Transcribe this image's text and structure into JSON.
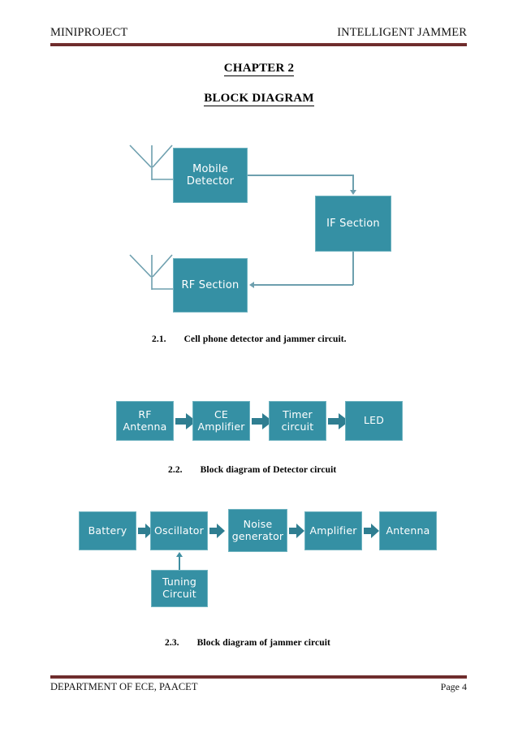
{
  "header": {
    "left": "MINIPROJECT",
    "right": "INTELLIGENT JAMMER"
  },
  "titles": {
    "chapter": "CHAPTER 2",
    "section": "BLOCK DIAGRAM"
  },
  "theme": {
    "block_fill": "#3590a4",
    "block_border": "#6fb3c0",
    "block_text": "#ffffff",
    "connector": "#6d9fae",
    "rule_color": "#6d2b2b",
    "page_background": "#ffffff"
  },
  "figures": [
    {
      "id": "fig-2-1",
      "caption_number": "2.1.",
      "caption_text": "Cell phone detector and jammer circuit.",
      "blocks": [
        {
          "name": "mobile-detector",
          "label": "Mobile\nDetector"
        },
        {
          "name": "if-section",
          "label": "IF Section"
        },
        {
          "name": "rf-section",
          "label": "RF Section"
        }
      ],
      "antennas": [
        {
          "name": "antenna-mobile-detector",
          "connects_to": "mobile-detector"
        },
        {
          "name": "antenna-rf-section",
          "connects_to": "rf-section"
        }
      ],
      "connectors": [
        {
          "from": "mobile-detector",
          "to": "if-section",
          "style": "thin-arrow"
        },
        {
          "from": "if-section",
          "to": "rf-section",
          "style": "thin-arrow"
        }
      ]
    },
    {
      "id": "fig-2-2",
      "caption_number": "2.2.",
      "caption_text": "Block diagram of Detector circuit",
      "blocks": [
        {
          "name": "rf-antenna",
          "label": "RF\nAntenna"
        },
        {
          "name": "ce-amplifier",
          "label": "CE\nAmplifier"
        },
        {
          "name": "timer-circuit",
          "label": "Timer\ncircuit"
        },
        {
          "name": "led",
          "label": "LED"
        }
      ],
      "connectors": [
        {
          "from": "rf-antenna",
          "to": "ce-amplifier",
          "style": "block-arrow"
        },
        {
          "from": "ce-amplifier",
          "to": "timer-circuit",
          "style": "block-arrow"
        },
        {
          "from": "timer-circuit",
          "to": "led",
          "style": "block-arrow"
        }
      ]
    },
    {
      "id": "fig-2-3",
      "caption_number": "2.3.",
      "caption_text": "Block diagram of jammer circuit",
      "blocks": [
        {
          "name": "battery",
          "label": "Battery"
        },
        {
          "name": "oscillator",
          "label": "Oscillator"
        },
        {
          "name": "noise-generator",
          "label": "Noise\ngenerator"
        },
        {
          "name": "amplifier",
          "label": "Amplifier"
        },
        {
          "name": "antenna",
          "label": "Antenna"
        },
        {
          "name": "tuning-circuit",
          "label": "Tuning\nCircuit"
        }
      ],
      "connectors": [
        {
          "from": "battery",
          "to": "oscillator",
          "style": "block-arrow"
        },
        {
          "from": "oscillator",
          "to": "noise-generator",
          "style": "block-arrow"
        },
        {
          "from": "noise-generator",
          "to": "amplifier",
          "style": "block-arrow"
        },
        {
          "from": "amplifier",
          "to": "antenna",
          "style": "block-arrow"
        },
        {
          "from": "tuning-circuit",
          "to": "oscillator",
          "style": "thin-arrow-up"
        }
      ]
    }
  ],
  "footer": {
    "left": "DEPARTMENT OF ECE, PAACET",
    "right": "Page 4"
  }
}
